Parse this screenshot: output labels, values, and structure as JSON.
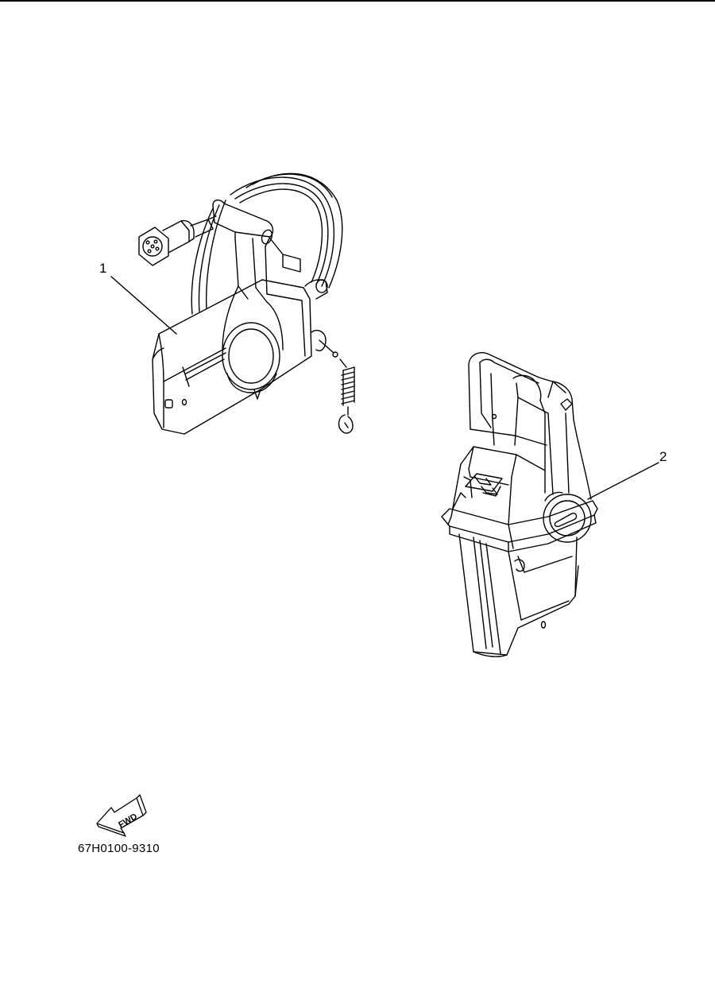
{
  "callouts": [
    {
      "label": "1"
    },
    {
      "label": "2"
    }
  ],
  "fwd_arrow": {
    "label": "FWD"
  },
  "part_code": "67H0100-9310"
}
